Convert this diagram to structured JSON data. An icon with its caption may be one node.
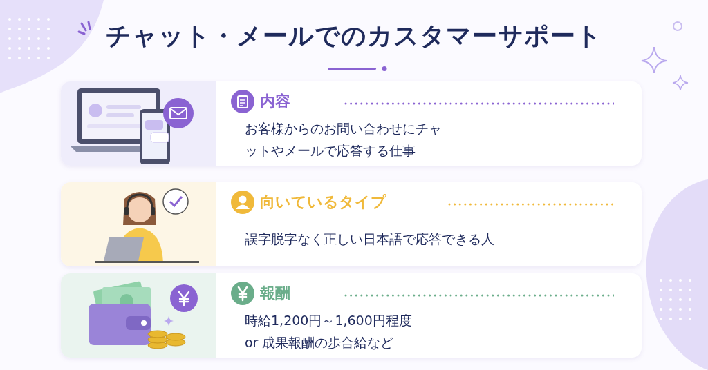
{
  "diagram": {
    "title": "チャット・メールでのカスタマーサポート",
    "nodes": [
      {
        "text": [
          "内容",
          "お客様からのお問い合わせにチャットやメールで応答する仕事"
        ]
      },
      {
        "text": [
          "向いているタイプ",
          "誤字脱字なく正しい日本語で応答できる人"
        ]
      },
      {
        "text": [
          "報酬",
          "時給1,200円～1,600円程度 or 成果報酬の歩合給など"
        ]
      }
    ]
  }
}
